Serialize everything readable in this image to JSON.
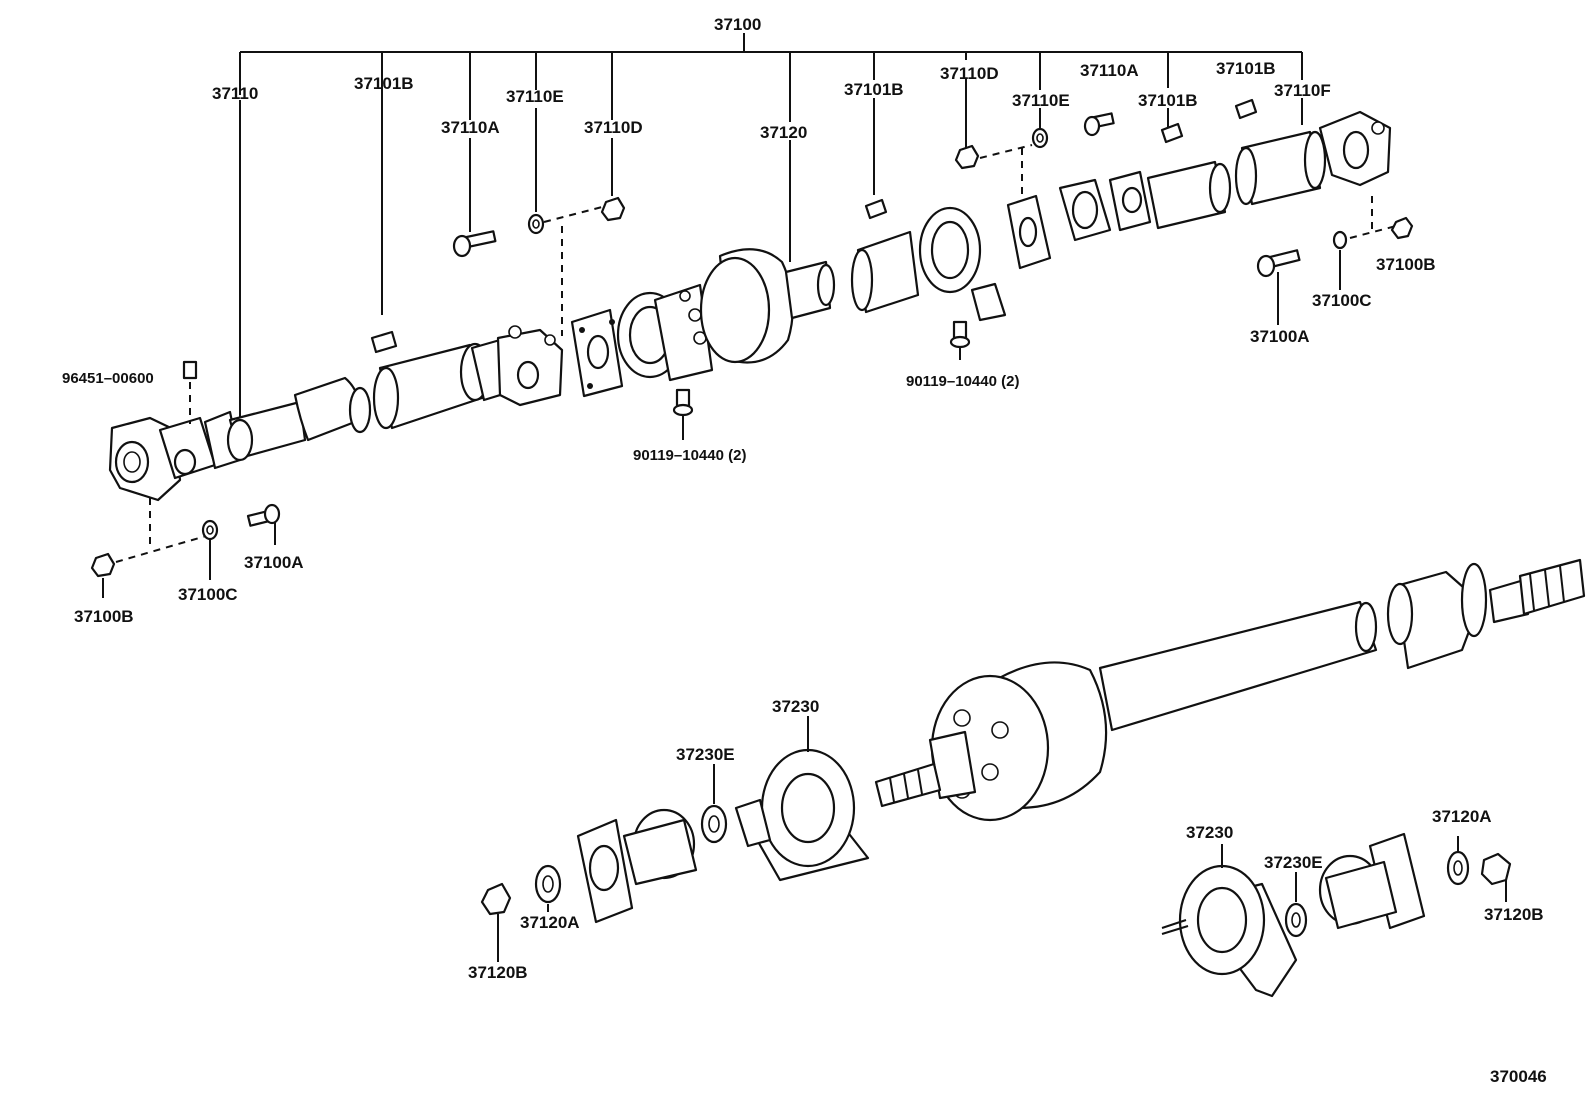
{
  "labels": {
    "assy_37100": "37100",
    "p37110": "37110",
    "p37101B_1": "37101B",
    "p37110A_1": "37110A",
    "p37110E_1": "37110E",
    "p37110D_1": "37110D",
    "p37120": "37120",
    "p37101B_2": "37101B",
    "p37110D_2": "37110D",
    "p37110E_2": "37110E",
    "p37110A_2": "37110A",
    "p37101B_3": "37101B",
    "p37101B_4": "37101B",
    "p37110F": "37110F",
    "p96451": "96451–00600",
    "p90119_1": "90119–10440 (2)",
    "p90119_2": "90119–10440 (2)",
    "p37100B_1": "37100B",
    "p37100C_1": "37100C",
    "p37100A_1": "37100A",
    "p37100A_2": "37100A",
    "p37100C_2": "37100C",
    "p37100B_2": "37100B",
    "p37230_1": "37230",
    "p37230E_1": "37230E",
    "p37120A_1": "37120A",
    "p37120B_1": "37120B",
    "p37230_2": "37230",
    "p37230E_2": "37230E",
    "p37120A_2": "37120A",
    "p37120B_2": "37120B",
    "figure_no": "370046"
  }
}
